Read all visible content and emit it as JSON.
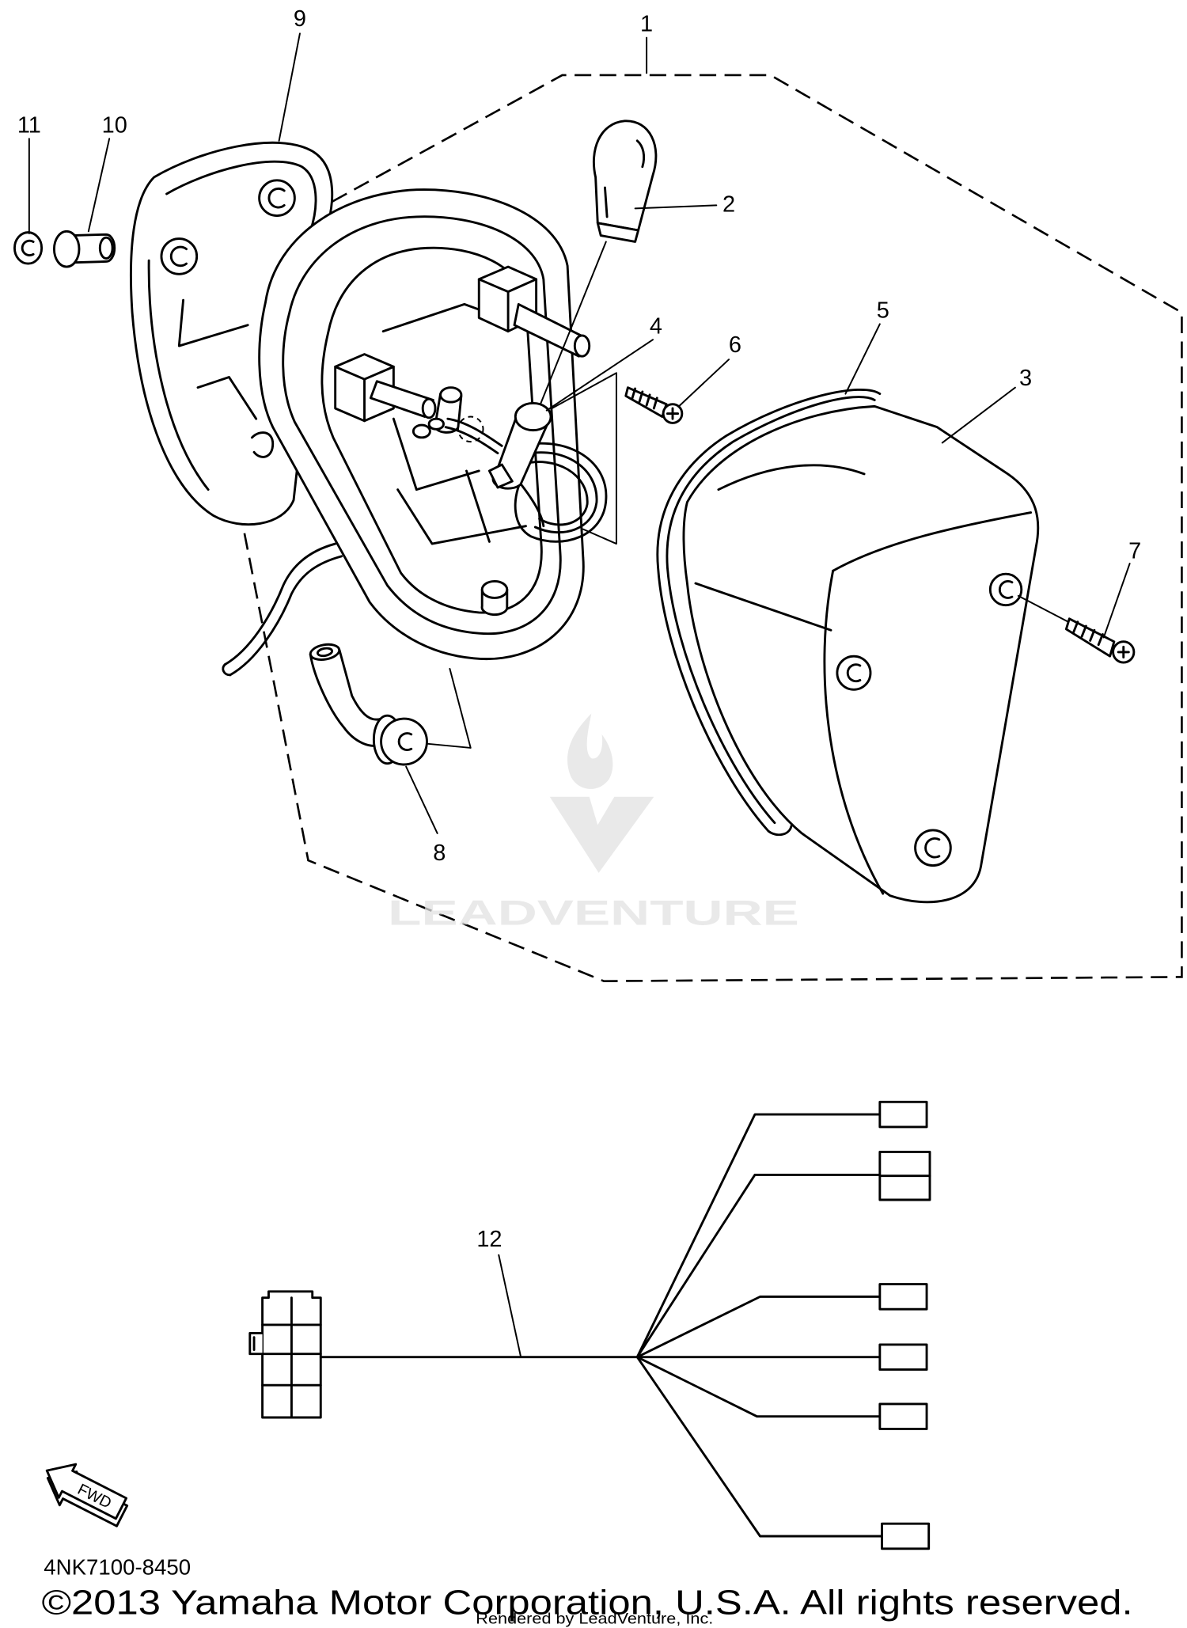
{
  "diagram": {
    "callouts": [
      "1",
      "2",
      "3",
      "4",
      "5",
      "6",
      "7",
      "8",
      "9",
      "10",
      "11",
      "12"
    ],
    "direction_arrow": "FWD",
    "part_number": "4NK7100-8450",
    "copyright": "©2013 Yamaha Motor Corporation, U.S.A. All rights reserved.",
    "rendered_by": "Rendered by LeadVenture, Inc.",
    "watermark": "LEADVENTURE"
  },
  "colors": {
    "ink": "#000000",
    "background": "#ffffff",
    "watermark": "#e2e2e2"
  }
}
